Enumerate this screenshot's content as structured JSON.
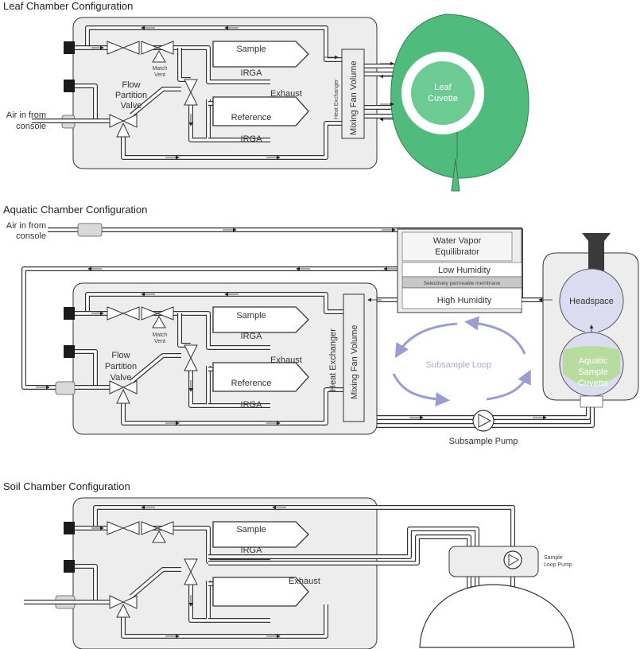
{
  "leaf": {
    "title": "Leaf Chamber Configuration",
    "air_in_line1": "Air in from",
    "air_in_line2": "console",
    "flow_valve_line1": "Flow",
    "flow_valve_line2": "Partition",
    "flow_valve_line3": "Valve",
    "match_vent_line1": "Match",
    "match_vent_line2": "Vent",
    "sample": "Sample",
    "irga": "IRGA",
    "exhaust": "Exhaust",
    "reference": "Reference",
    "heat_exchanger": "Heat Exchanger",
    "mixing_fan": "Mixing Fan Volume",
    "cuvette_line1": "Leaf",
    "cuvette_line2": "Cuvette",
    "colors": {
      "leaf": "#4fbb7c",
      "cuvette": "#6ccb93"
    }
  },
  "aquatic": {
    "title": "Aquatic Chamber Configuration",
    "air_in_line1": "Air in from",
    "air_in_line2": "console",
    "equilibrator_line1": "Water Vapor",
    "equilibrator_line2": "Equilibrator",
    "low_humidity": "Low Humidity",
    "membrane": "Selectively permeable membrane",
    "high_humidity": "High Humidity",
    "headspace": "Headspace",
    "cuvette_line1": "Aquatic",
    "cuvette_line2": "Sample",
    "cuvette_line3": "Cuvette",
    "subsample_loop": "Subsample Loop",
    "subsample_pump": "Subsample Pump",
    "flow_valve_line1": "Flow",
    "flow_valve_line2": "Partition",
    "flow_valve_line3": "Valve",
    "match_vent_line1": "Match",
    "match_vent_line2": "Vent",
    "sample": "Sample",
    "irga": "IRGA",
    "exhaust": "Exhaust",
    "reference": "Reference",
    "heat_exchanger": "Heat Exchanger",
    "mixing_fan": "Mixing Fan Volume",
    "colors": {
      "headspace": "#dcdcf0",
      "cuvette": "#b8dca0",
      "loop": "#9a9cd6"
    }
  },
  "soil": {
    "title": "Soil Chamber Configuration",
    "sample": "Sample",
    "irga": "IRGA",
    "exhaust": "Exhaust",
    "pump_line1": "Sample",
    "pump_line2": "Loop Pump"
  }
}
